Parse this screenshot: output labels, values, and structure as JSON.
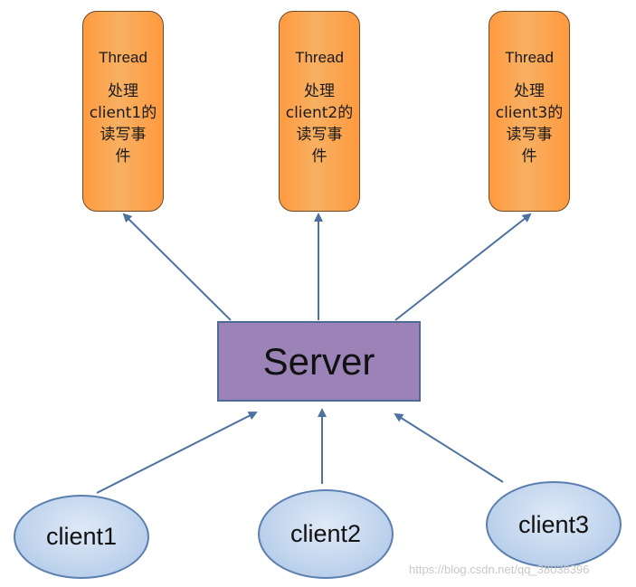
{
  "threads": [
    {
      "title": "Thread",
      "body": "处理\nclient1的\n读写事\n件"
    },
    {
      "title": "Thread",
      "body": "处理\nclient2的\n读写事\n件"
    },
    {
      "title": "Thread",
      "body": "处理\nclient3的\n读写事\n件"
    }
  ],
  "server": {
    "label": "Server"
  },
  "clients": [
    {
      "label": "client1"
    },
    {
      "label": "client2"
    },
    {
      "label": "client3"
    }
  ],
  "watermark": "https://blog.csdn.net/qq_38038396",
  "colors": {
    "thread_fill": "#f7a954",
    "server_fill": "#9b83b8",
    "client_fill": "#c3d6ee",
    "arrow": "#4d71a0"
  }
}
